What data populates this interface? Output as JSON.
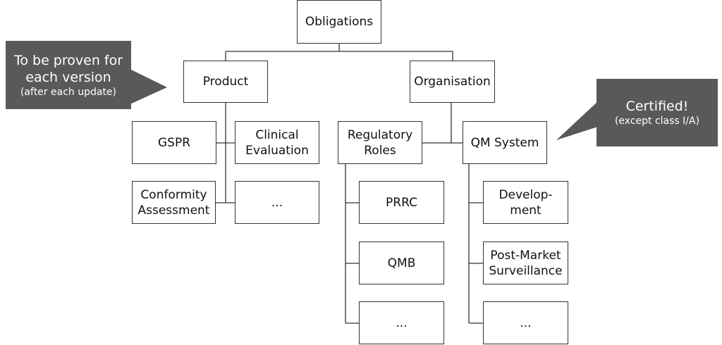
{
  "nodes": {
    "obligations": "Obligations",
    "product": "Product",
    "organisation": "Organisation",
    "gspr": "GSPR",
    "clinical_evaluation": [
      "Clinical",
      "Evaluation"
    ],
    "conformity_assessment": [
      "Conformity",
      "Assessment"
    ],
    "product_more": "...",
    "regulatory_roles": [
      "Regulatory",
      "Roles"
    ],
    "qm_system": "QM System",
    "prrc": "PRRC",
    "qmb": "QMB",
    "roles_more": "...",
    "development": [
      "Develop-",
      "ment"
    ],
    "post_market_surveillance": [
      "Post-Market",
      "Surveillance"
    ],
    "qm_more": "..."
  },
  "callouts": {
    "product_note": {
      "lines": [
        "To be proven for",
        "each version"
      ],
      "sub": "(after each update)"
    },
    "qm_note": {
      "line": "Certified!",
      "sub": "(except class I/A)"
    }
  },
  "colors": {
    "callout_fill": "#595959",
    "box_border": "#333333",
    "line": "#333333"
  }
}
